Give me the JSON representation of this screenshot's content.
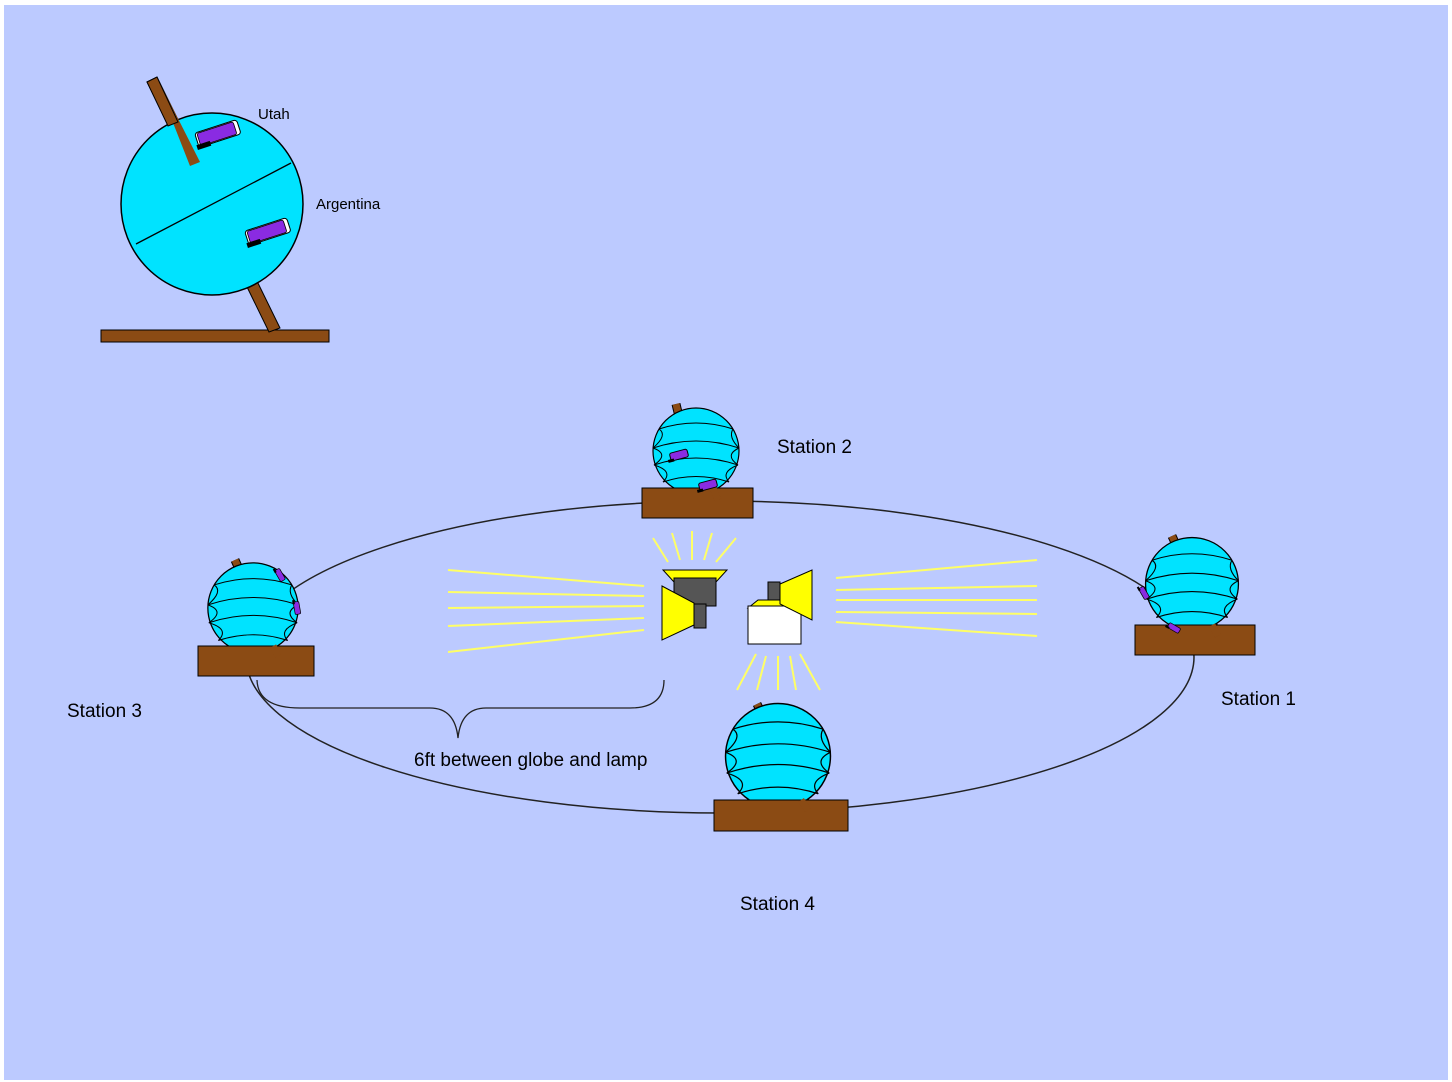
{
  "labels": {
    "utah": "Utah",
    "argentina": "Argentina",
    "station_1": "Station 1",
    "station_2": "Station 2",
    "station_3": "Station 3",
    "station_4": "Station 4",
    "distance_note": "6ft between globe and lamp"
  },
  "colors": {
    "background": "#bccaff",
    "globe": "#00e3ff",
    "stand": "#8b4b14",
    "light_rays": "#ffff66",
    "lamp_shade": "#ffff00",
    "lamp_dark": "#555555",
    "lamp_white": "#ffffff",
    "person_marker": "#8a2be2"
  }
}
